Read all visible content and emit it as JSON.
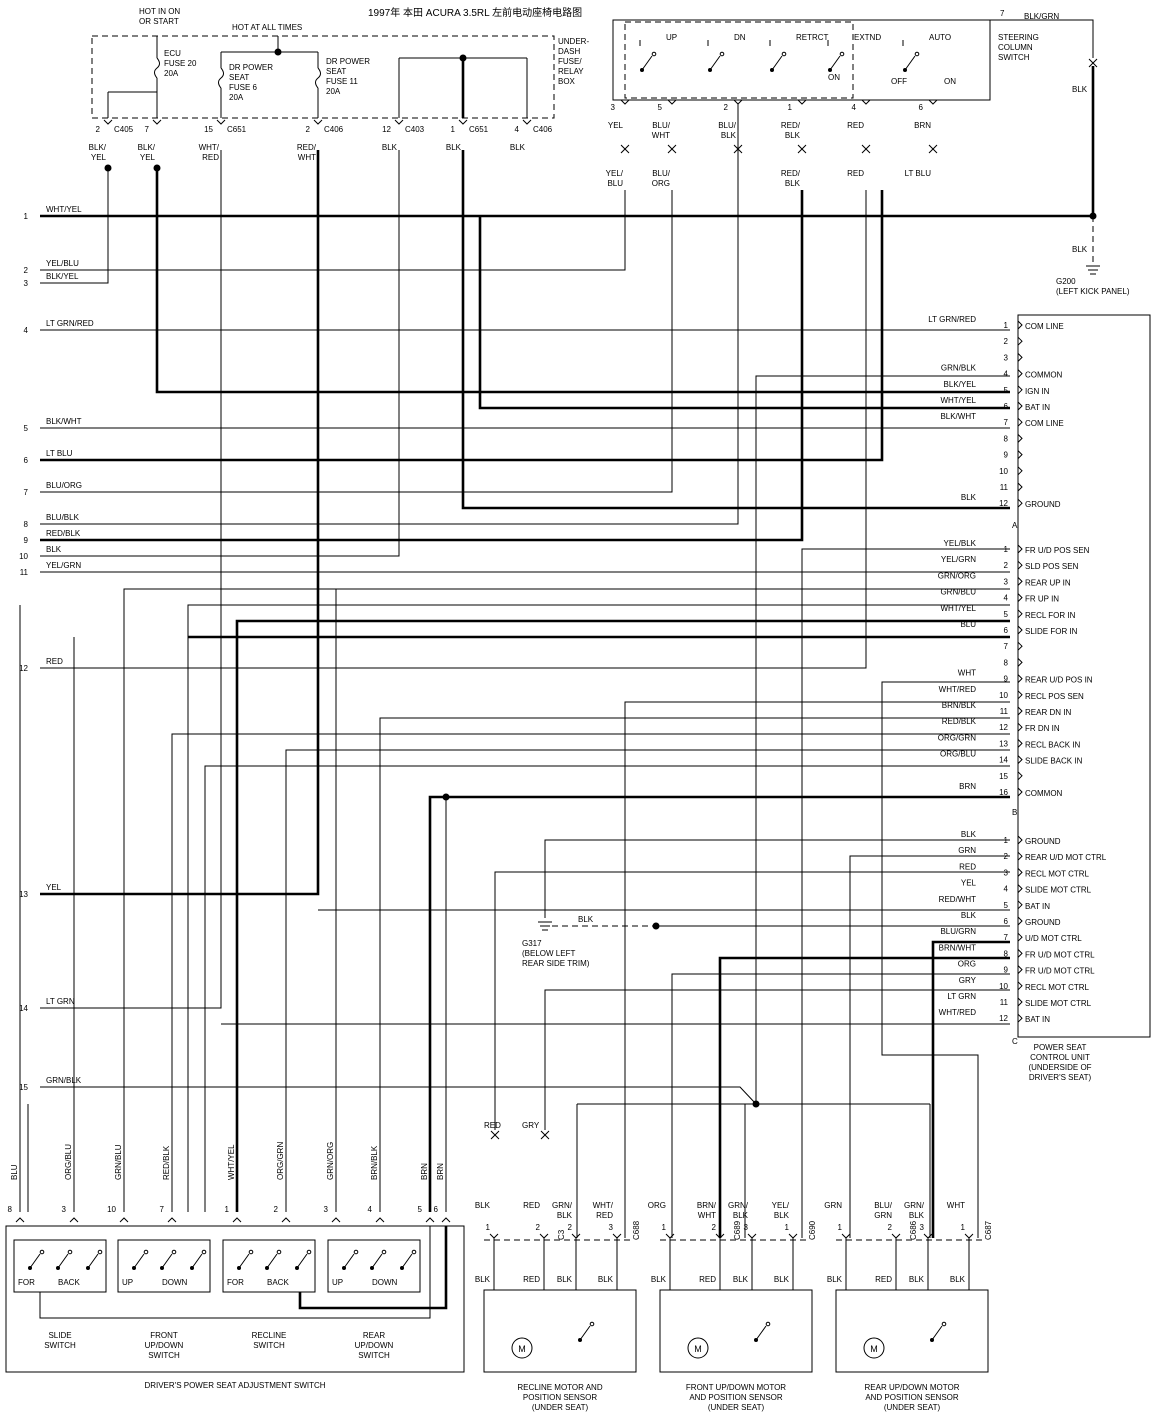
{
  "title": "1997年  本田  ACURA 3.5RL   左前电动座椅电路图",
  "fuse_box": {
    "hot_run": "HOT IN ON\nOR START",
    "hot_always": "HOT AT ALL TIMES",
    "ecu_fuse": "ECU\nFUSE 20\n20A",
    "dr_seat_fuse6": "DR POWER\nSEAT\nFUSE 6\n20A",
    "dr_seat_fuse11": "DR POWER\nSEAT\nFUSE 11\n20A",
    "label": "UNDER-\nDASH\nFUSE/\nRELAY\nBOX",
    "connectors": [
      {
        "pin": "2",
        "conn": "C405",
        "wire": "BLK/\nYEL"
      },
      {
        "pin": "7",
        "conn": "",
        "wire": "BLK/\nYEL"
      },
      {
        "pin": "15",
        "conn": "C651",
        "wire": "WHT/\nRED"
      },
      {
        "pin": "2",
        "conn": "C406",
        "wire": "RED/\nWHT"
      },
      {
        "pin": "12",
        "conn": "C403",
        "wire": "BLK"
      },
      {
        "pin": "1",
        "conn": "C651",
        "wire": "BLK"
      },
      {
        "pin": "4",
        "conn": "C406",
        "wire": "BLK"
      }
    ]
  },
  "steering_switch": {
    "label": "STEERING\nCOLUMN\nSWITCH",
    "positions": [
      "UP",
      "DN",
      "RETRCT",
      "EXTND",
      "AUTO",
      "ON",
      "OFF",
      "ON"
    ],
    "pins": [
      {
        "pin": "3",
        "wire": "YEL",
        "wire2": "YEL/\nBLU"
      },
      {
        "pin": "5",
        "wire": "BLU/\nWHT",
        "wire2": "BLU/\nORG"
      },
      {
        "pin": "2",
        "wire": "BLU/\nBLK",
        "wire2": ""
      },
      {
        "pin": "1",
        "wire": "RED/\nBLK",
        "wire2": "RED/\nBLK"
      },
      {
        "pin": "4",
        "wire": "RED",
        "wire2": "RED"
      },
      {
        "pin": "6",
        "wire": "BRN",
        "wire2": "LT BLU"
      }
    ],
    "pin7": "7",
    "pin7_wire": "BLK/GRN",
    "blk": "BLK",
    "blk2": "BLK",
    "g200": "G200\n(LEFT KICK PANEL)"
  },
  "left_lines": [
    {
      "num": "1",
      "label": "WHT/YEL"
    },
    {
      "num": "2",
      "label": "YEL/BLU"
    },
    {
      "num": "3",
      "label": "BLK/YEL"
    },
    {
      "num": "4",
      "label": "LT GRN/RED"
    },
    {
      "num": "5",
      "label": "BLK/WHT"
    },
    {
      "num": "6",
      "label": "LT BLU"
    },
    {
      "num": "7",
      "label": "BLU/ORG"
    },
    {
      "num": "8",
      "label": "BLU/BLK"
    },
    {
      "num": "9",
      "label": "RED/BLK"
    },
    {
      "num": "10",
      "label": "BLK"
    },
    {
      "num": "11",
      "label": "YEL/GRN"
    },
    {
      "num": "12",
      "label": "RED"
    },
    {
      "num": "13",
      "label": "YEL"
    },
    {
      "num": "14",
      "label": "LT GRN"
    },
    {
      "num": "15",
      "label": "GRN/BLK"
    }
  ],
  "control_unit": {
    "label": "POWER SEAT\nCONTROL UNIT\n(UNDERSIDE OF\nDRIVER'S SEAT)",
    "conn_a": [
      {
        "pin": "1",
        "wire": "LT GRN/RED",
        "func": "COM LINE"
      },
      {
        "pin": "2",
        "wire": "",
        "func": ""
      },
      {
        "pin": "3",
        "wire": "",
        "func": ""
      },
      {
        "pin": "4",
        "wire": "GRN/BLK",
        "func": "COMMON"
      },
      {
        "pin": "5",
        "wire": "BLK/YEL",
        "func": "IGN IN"
      },
      {
        "pin": "6",
        "wire": "WHT/YEL",
        "func": "BAT IN"
      },
      {
        "pin": "7",
        "wire": "BLK/WHT",
        "func": "COM LINE"
      },
      {
        "pin": "8",
        "wire": "",
        "func": ""
      },
      {
        "pin": "9",
        "wire": "",
        "func": ""
      },
      {
        "pin": "10",
        "wire": "",
        "func": ""
      },
      {
        "pin": "11",
        "wire": "",
        "func": ""
      },
      {
        "pin": "12",
        "wire": "BLK",
        "func": "GROUND"
      }
    ],
    "conn_b": [
      {
        "pin": "1",
        "wire": "YEL/BLK",
        "func": "FR U/D POS SEN"
      },
      {
        "pin": "2",
        "wire": "YEL/GRN",
        "func": "SLD POS SEN"
      },
      {
        "pin": "3",
        "wire": "GRN/ORG",
        "func": "REAR UP IN"
      },
      {
        "pin": "4",
        "wire": "GRN/BLU",
        "func": "FR UP IN"
      },
      {
        "pin": "5",
        "wire": "WHT/YEL",
        "func": "RECL FOR IN"
      },
      {
        "pin": "6",
        "wire": "BLU",
        "func": "SLIDE FOR IN"
      },
      {
        "pin": "7",
        "wire": "",
        "func": ""
      },
      {
        "pin": "8",
        "wire": "",
        "func": ""
      },
      {
        "pin": "9",
        "wire": "WHT",
        "func": "REAR U/D POS IN"
      },
      {
        "pin": "10",
        "wire": "WHT/RED",
        "func": "RECL POS SEN"
      },
      {
        "pin": "11",
        "wire": "BRN/BLK",
        "func": "REAR DN IN"
      },
      {
        "pin": "12",
        "wire": "RED/BLK",
        "func": "FR DN IN"
      },
      {
        "pin": "13",
        "wire": "ORG/GRN",
        "func": "RECL BACK IN"
      },
      {
        "pin": "14",
        "wire": "ORG/BLU",
        "func": "SLIDE BACK IN"
      },
      {
        "pin": "15",
        "wire": "",
        "func": ""
      },
      {
        "pin": "16",
        "wire": "BRN",
        "func": "COMMON"
      }
    ],
    "conn_c": [
      {
        "pin": "1",
        "wire": "BLK",
        "func": "GROUND"
      },
      {
        "pin": "2",
        "wire": "GRN",
        "func": "REAR U/D MOT CTRL"
      },
      {
        "pin": "3",
        "wire": "RED",
        "func": "RECL MOT CTRL"
      },
      {
        "pin": "4",
        "wire": "YEL",
        "func": "SLIDE MOT CTRL"
      },
      {
        "pin": "5",
        "wire": "RED/WHT",
        "func": "BAT IN"
      },
      {
        "pin": "6",
        "wire": "BLK",
        "func": "GROUND"
      },
      {
        "pin": "7",
        "wire": "BLU/GRN",
        "func": "U/D MOT CTRL"
      },
      {
        "pin": "8",
        "wire": "BRN/WHT",
        "func": "FR U/D MOT CTRL"
      },
      {
        "pin": "9",
        "wire": "ORG",
        "func": "FR U/D MOT CTRL"
      },
      {
        "pin": "10",
        "wire": "GRY",
        "func": "RECL MOT CTRL"
      },
      {
        "pin": "11",
        "wire": "LT GRN",
        "func": "SLIDE MOT CTRL"
      },
      {
        "pin": "12",
        "wire": "WHT/RED",
        "func": "BAT IN"
      }
    ],
    "conn_letters": [
      "A",
      "B",
      "C"
    ]
  },
  "g317": {
    "label": "G317\n(BELOW LEFT\nREAR SIDE TRIM)",
    "wire": "BLK"
  },
  "adj_switch": {
    "label": "DRIVER'S POWER SEAT ADJUSTMENT SWITCH",
    "pins": [
      {
        "pin": "8",
        "wire": "BLU"
      },
      {
        "pin": "3",
        "wire": "ORG/BLU"
      },
      {
        "pin": "10",
        "wire": "GRN/BLU"
      },
      {
        "pin": "7",
        "wire": "RED/BLK"
      },
      {
        "pin": "1",
        "wire": "WHT/YEL"
      },
      {
        "pin": "2",
        "wire": "ORG/GRN"
      },
      {
        "pin": "3",
        "wire": "GRN/ORG"
      },
      {
        "pin": "4",
        "wire": "BRN/BLK"
      },
      {
        "pin": "5",
        "wire": "BRN"
      },
      {
        "pin": "6",
        "wire": "BRN"
      }
    ],
    "sub": [
      {
        "a": "FOR",
        "b": "BACK",
        "name": "SLIDE\nSWITCH"
      },
      {
        "a": "UP",
        "b": "DOWN",
        "name": "FRONT\nUP/DOWN\nSWITCH"
      },
      {
        "a": "FOR",
        "b": "BACK",
        "name": "RECLINE\nSWITCH"
      },
      {
        "a": "UP",
        "b": "DOWN",
        "name": "REAR\nUP/DOWN\nSWITCH"
      }
    ]
  },
  "motors": [
    {
      "label": "RECLINE MOTOR AND\nPOSITION SENSOR\n(UNDER SEAT)",
      "conn": "C3",
      "conn2": "C688",
      "top": [
        "RED",
        "GRY"
      ],
      "wires": [
        "BLK",
        "RED",
        "GRN/\nBLK",
        "WHT/\nRED"
      ],
      "pins": [
        "1",
        "2",
        "2",
        "3"
      ],
      "bottom": [
        "BLK",
        "RED",
        "BLK",
        "BLK"
      ]
    },
    {
      "label": "FRONT UP/DOWN MOTOR\nAND POSITION SENSOR\n(UNDER SEAT)",
      "conn": "C689",
      "conn2": "C690",
      "top": [],
      "wires": [
        "ORG",
        "BRN/\nWHT",
        "GRN/\nBLK",
        "YEL/\nBLK"
      ],
      "pins": [
        "1",
        "2",
        "3",
        "1"
      ],
      "bottom": [
        "BLK",
        "RED",
        "BLK",
        "BLK"
      ]
    },
    {
      "label": "REAR UP/DOWN MOTOR\nAND POSITION SENSOR\n(UNDER SEAT)",
      "conn": "C686",
      "conn2": "C687",
      "top": [],
      "wires": [
        "GRN",
        "BLU/\nGRN",
        "GRN/\nBLK",
        "WHT"
      ],
      "pins": [
        "1",
        "2",
        "3",
        "1"
      ],
      "bottom": [
        "BLK",
        "RED",
        "BLK",
        "BLK"
      ]
    }
  ],
  "motor_symbol": "M"
}
